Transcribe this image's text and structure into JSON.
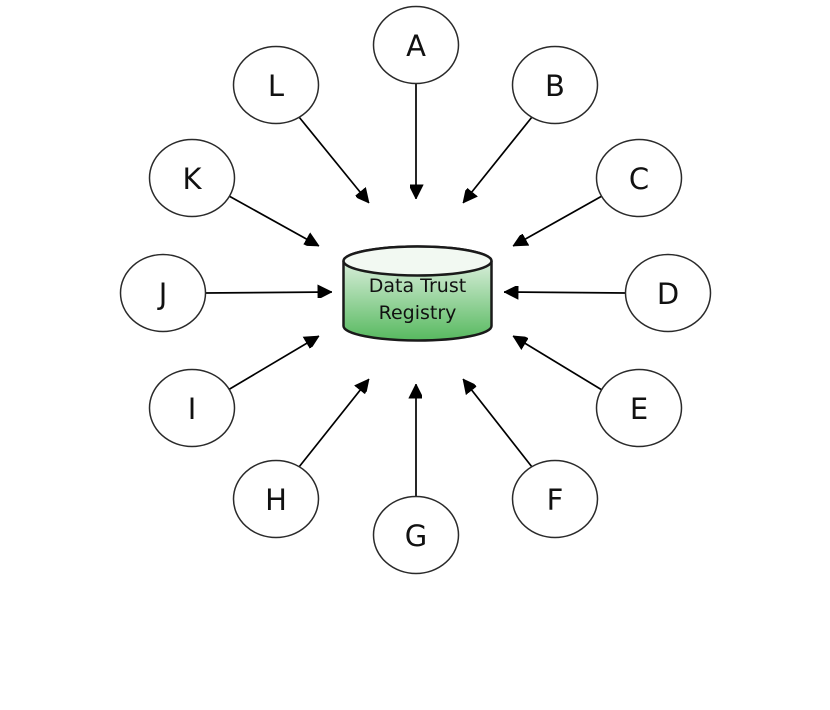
{
  "diagram": {
    "title": "Data Trust Registry hub diagram",
    "center": {
      "shape": "database-cylinder",
      "label_line1": "Data Trust",
      "label_line2": "Registry"
    },
    "nodes": [
      {
        "id": "A",
        "label": "A"
      },
      {
        "id": "B",
        "label": "B"
      },
      {
        "id": "C",
        "label": "C"
      },
      {
        "id": "D",
        "label": "D"
      },
      {
        "id": "E",
        "label": "E"
      },
      {
        "id": "F",
        "label": "F"
      },
      {
        "id": "G",
        "label": "G"
      },
      {
        "id": "H",
        "label": "H"
      },
      {
        "id": "I",
        "label": "I"
      },
      {
        "id": "J",
        "label": "J"
      },
      {
        "id": "K",
        "label": "K"
      },
      {
        "id": "L",
        "label": "L"
      }
    ],
    "edges": [
      {
        "source": "A",
        "target": "Data Trust Registry"
      },
      {
        "source": "B",
        "target": "Data Trust Registry"
      },
      {
        "source": "C",
        "target": "Data Trust Registry"
      },
      {
        "source": "D",
        "target": "Data Trust Registry"
      },
      {
        "source": "E",
        "target": "Data Trust Registry"
      },
      {
        "source": "F",
        "target": "Data Trust Registry"
      },
      {
        "source": "G",
        "target": "Data Trust Registry"
      },
      {
        "source": "H",
        "target": "Data Trust Registry"
      },
      {
        "source": "I",
        "target": "Data Trust Registry"
      },
      {
        "source": "J",
        "target": "Data Trust Registry"
      },
      {
        "source": "K",
        "target": "Data Trust Registry"
      },
      {
        "source": "L",
        "target": "Data Trust Registry"
      }
    ],
    "colors": {
      "background": "#ffffff",
      "node_fill": "#ffffff",
      "node_stroke": "#2a2a2a",
      "edge": "#000000",
      "text": "#111111",
      "cylinder_stroke": "#1a1a1a",
      "cylinder_lid": "#f2f9f2",
      "cylinder_gradient_top": "#f0f8f1",
      "cylinder_gradient_bottom": "#57b95f"
    }
  }
}
